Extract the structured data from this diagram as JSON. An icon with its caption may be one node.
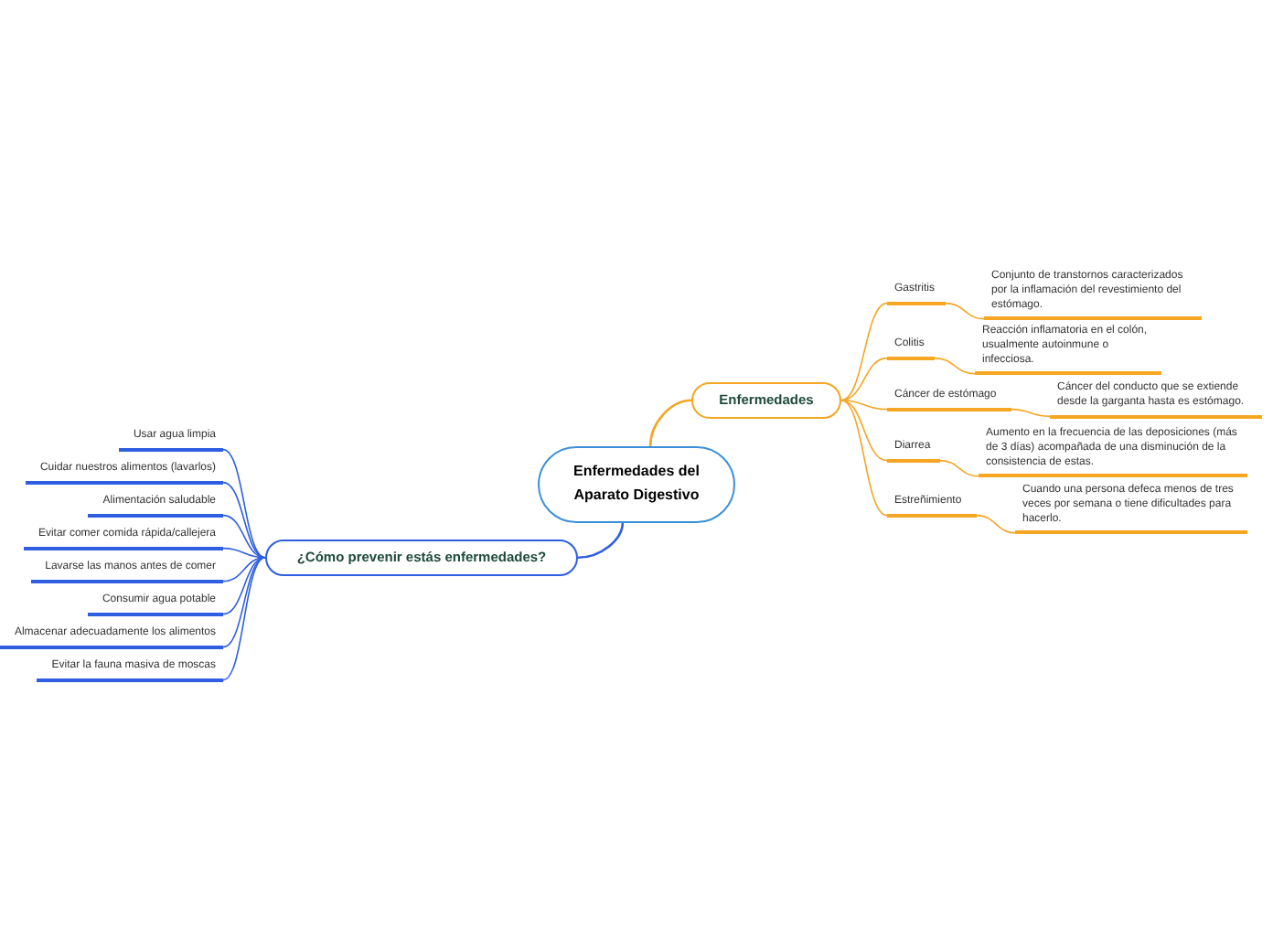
{
  "diagram": {
    "nodes": [
      {
        "text": [
          "Enfermedades del Aparato Digestivo"
        ]
      },
      {
        "text": [
          "Enfermedades"
        ]
      },
      {
        "text": [
          "Gastritis"
        ]
      },
      {
        "text": [
          "Colitis"
        ]
      },
      {
        "text": [
          "Cáncer de estómago"
        ]
      },
      {
        "text": [
          "Diarrea"
        ]
      },
      {
        "text": [
          "Estreñimiento"
        ]
      },
      {
        "text": [
          "Conjunto de transtornos caracterizados por la inflamación del revestimiento del estómago."
        ]
      },
      {
        "text": [
          "Reacción inflamatoria en el colón, usualmente autoinmune o infecciosa."
        ]
      },
      {
        "text": [
          "Cáncer del conducto que se extiende desde la garganta hasta es estómago."
        ]
      },
      {
        "text": [
          "Aumento en la frecuencia de las deposiciones (más de 3 días) acompañada de una disminución de la consistencia de estas."
        ]
      },
      {
        "text": [
          "Cuando una persona defeca menos de tres veces por semana o tiene dificultades para hacerlo."
        ]
      },
      {
        "text": [
          "¿Cómo prevenir estás enfermedades?"
        ]
      },
      {
        "text": [
          "Usar agua limpia"
        ]
      },
      {
        "text": [
          "Cuidar nuestros alimentos (lavarlos)"
        ]
      },
      {
        "text": [
          "Alimentación saludable"
        ]
      },
      {
        "text": [
          "Evitar comer comida rápida/callejera"
        ]
      },
      {
        "text": [
          "Lavarse las manos antes de comer"
        ]
      },
      {
        "text": [
          "Consumir agua potable"
        ]
      },
      {
        "text": [
          "Almacenar adecuadamente los alimentos"
        ]
      },
      {
        "text": [
          "Evitar la fauna masiva de moscas"
        ]
      }
    ],
    "edges": [
      {
        "from": 0,
        "to": 1,
        "arrow": "none"
      },
      {
        "from": 1,
        "to": 2,
        "arrow": "none"
      },
      {
        "from": 1,
        "to": 3,
        "arrow": "none"
      },
      {
        "from": 1,
        "to": 4,
        "arrow": "none"
      },
      {
        "from": 1,
        "to": 5,
        "arrow": "none"
      },
      {
        "from": 1,
        "to": 6,
        "arrow": "none"
      },
      {
        "from": 2,
        "to": 7,
        "arrow": "none"
      },
      {
        "from": 3,
        "to": 8,
        "arrow": "none"
      },
      {
        "from": 4,
        "to": 9,
        "arrow": "none"
      },
      {
        "from": 5,
        "to": 10,
        "arrow": "none"
      },
      {
        "from": 6,
        "to": 11,
        "arrow": "none"
      },
      {
        "from": 0,
        "to": 12,
        "arrow": "none",
        "color": "#2f5fe0"
      },
      {
        "from": 12,
        "to": 13,
        "arrow": "none",
        "color": "#2f5fe0"
      },
      {
        "from": 12,
        "to": 14,
        "arrow": "none",
        "color": "#2f5fe0"
      },
      {
        "from": 12,
        "to": 15,
        "arrow": "none",
        "color": "#2f5fe0"
      },
      {
        "from": 12,
        "to": 16,
        "arrow": "none",
        "color": "#2f5fe0"
      },
      {
        "from": 12,
        "to": 17,
        "arrow": "none",
        "color": "#2f5fe0"
      },
      {
        "from": 12,
        "to": 18,
        "arrow": "none",
        "color": "#2f5fe0"
      },
      {
        "from": 12,
        "to": 19,
        "arrow": "none",
        "color": "#2f5fe0"
      },
      {
        "from": 12,
        "to": 20,
        "arrow": "none",
        "color": "#2f5fe0"
      }
    ]
  }
}
